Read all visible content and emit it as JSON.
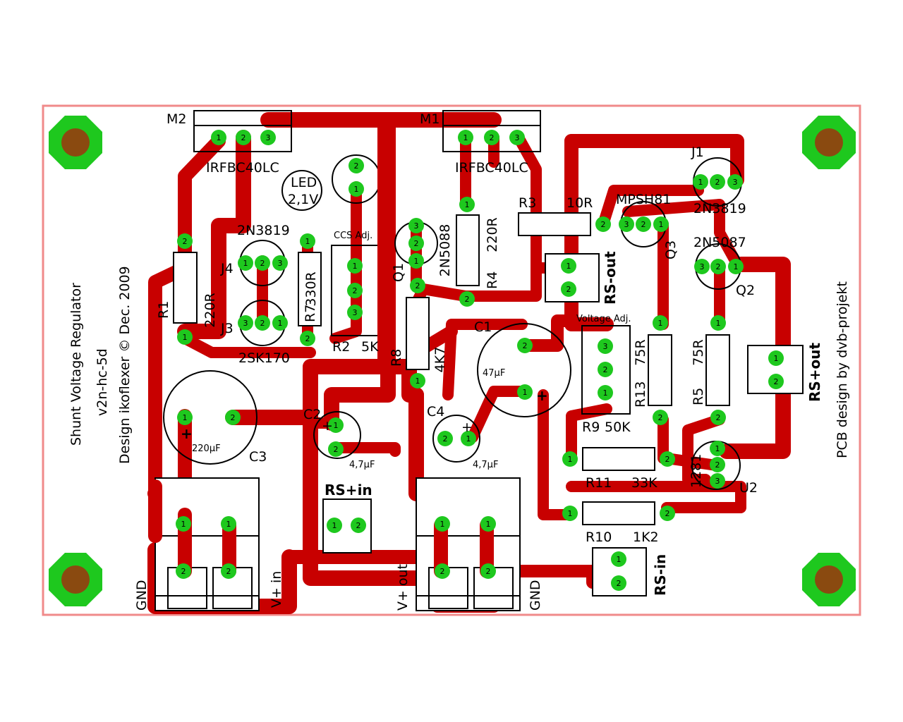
{
  "colors": {
    "board_outline": "#f08a8a",
    "trace": "#c80000",
    "pad": "#1ec81e",
    "hole": "#8a4a10",
    "silkscreen": "#000000",
    "background": "#ffffff"
  },
  "side_text": {
    "title": "Shunt Voltage Regulator",
    "version": "v2n-hc-5d",
    "design": "Design ikoflexer © Dec. 2009",
    "pcb_design": "PCB design by dvb-projekt"
  },
  "labels": {
    "m2": "M2",
    "m2_type": "IRFBC40LC",
    "m1": "M1",
    "m1_type": "IRFBC40LC",
    "led": "LED",
    "led_v": "2,1V",
    "j4_type": "2N3819",
    "j4": "J4",
    "j3": "J3",
    "j3_type": "2SK170",
    "r7_val": "330R",
    "r7": "R7",
    "ccs_adj": "CCS Adj.",
    "r2": "R2",
    "r2_val": "5K",
    "q1": "Q1",
    "q1_type": "2N5088",
    "r4_val": "220R",
    "r4": "R4",
    "r3": "R3",
    "r3_val": "10R",
    "mpsh": "MPSH81",
    "j1": "J1",
    "j1_type": "2N3819",
    "q3": "Q3",
    "q2_type": "2N5087",
    "q2": "Q2",
    "rs_out_minus": "RS-out",
    "rs_out_plus": "RS+out",
    "voltage_adj": "Voltage Adj.",
    "c1": "C1",
    "c1_val": "47µF",
    "r8": "R8",
    "r8_val": "4K7",
    "r1": "R1",
    "r1_val": "220R",
    "r13": "R13",
    "r13_val": "75R",
    "r5": "R5",
    "r5_val": "75R",
    "r9": "R9",
    "r9_val": "50K",
    "c3": "C3",
    "c3_val": "220µF",
    "c2": "C2",
    "c2_val": "4,7µF",
    "c4": "C4",
    "c4_val": "4,7µF",
    "rs_in_plus": "RS+in",
    "rs_in_minus": "RS-in",
    "r11": "R11",
    "r11_val": "33K",
    "r10": "R10",
    "r10_val": "1K2",
    "u2": "U2",
    "u2_type": "1281",
    "gnd_left": "GND",
    "vin": "V+ in",
    "vout": "V+ out",
    "gnd_right": "GND"
  },
  "pad_numbers": {
    "one": "1",
    "two": "2",
    "three": "3"
  }
}
